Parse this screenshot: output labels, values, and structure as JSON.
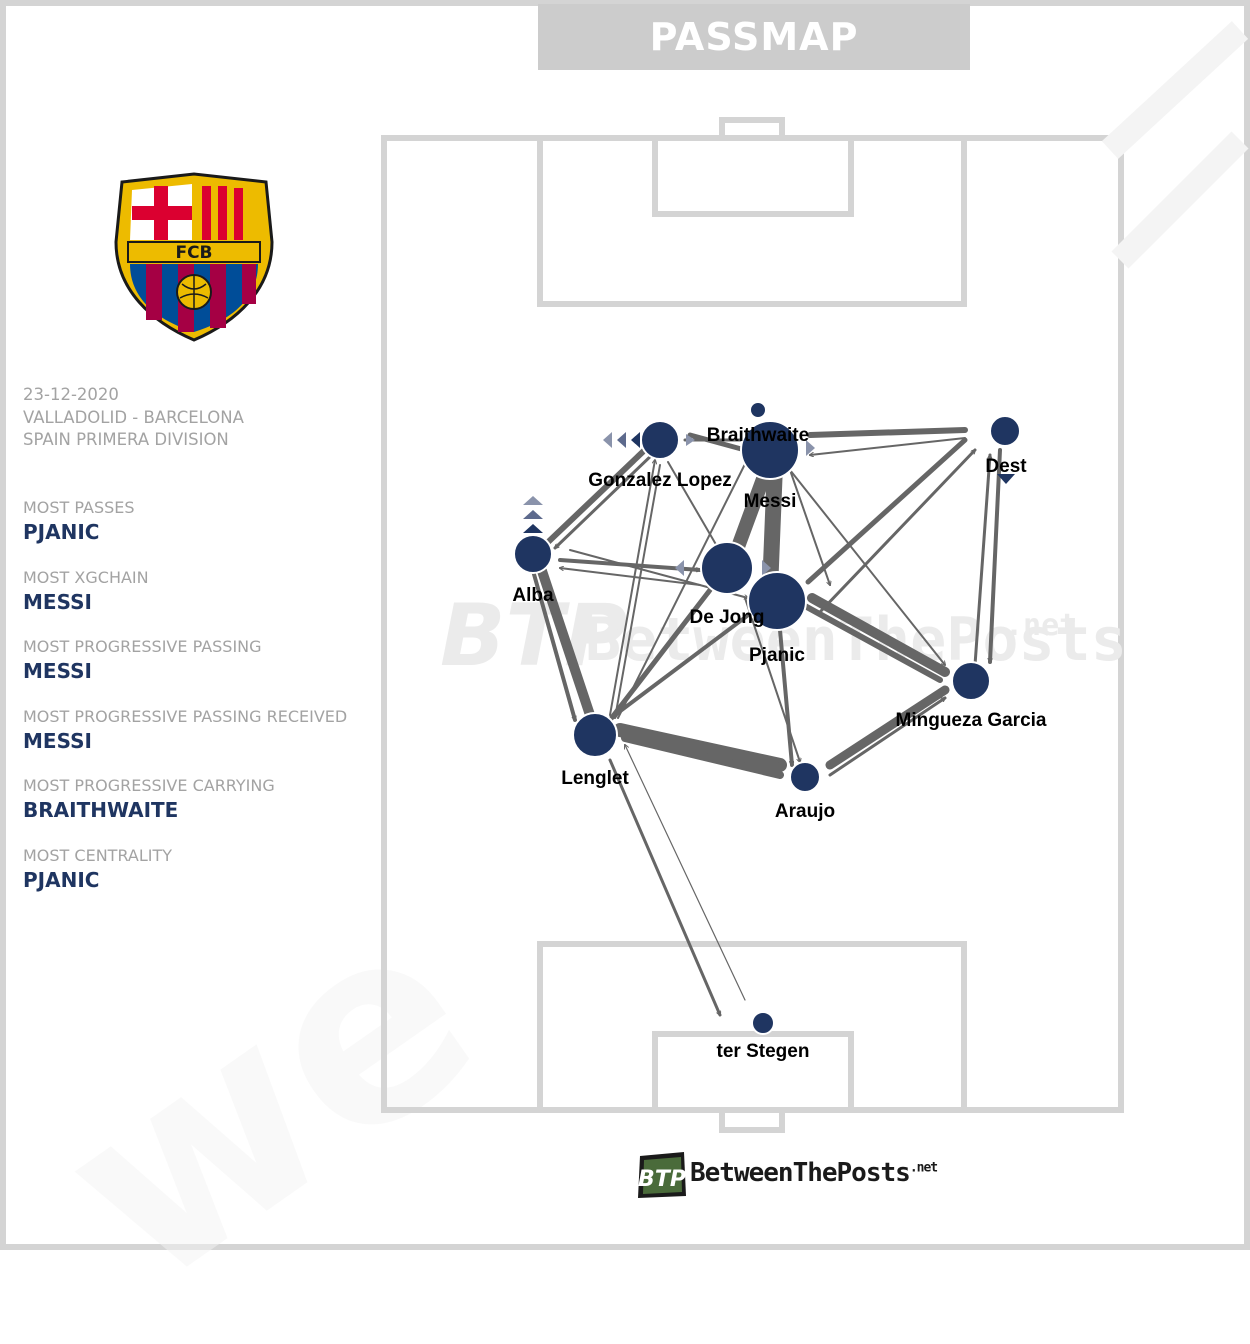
{
  "header": {
    "title": "PASSMAP"
  },
  "team": {
    "crest_text": "FCB",
    "colors": {
      "blue": "#004d98",
      "garnet": "#a50044",
      "gold": "#edbb00",
      "red": "#db0030"
    }
  },
  "match": {
    "date": "23-12-2020",
    "fixture": "VALLADOLID - BARCELONA",
    "competition": "SPAIN PRIMERA DIVISION"
  },
  "stats": [
    {
      "label": "MOST PASSES",
      "value": "PJANIC"
    },
    {
      "label": "MOST XGCHAIN",
      "value": "MESSI"
    },
    {
      "label": "MOST PROGRESSIVE PASSING",
      "value": "MESSI"
    },
    {
      "label": "MOST PROGRESSIVE PASSING RECEIVED",
      "value": "MESSI"
    },
    {
      "label": "MOST PROGRESSIVE CARRYING",
      "value": "BRAITHWAITE"
    },
    {
      "label": "MOST CENTRALITY",
      "value": "PJANIC"
    }
  ],
  "colors": {
    "node": "#1f3561",
    "edge": "#666666",
    "pitch_line": "#d4d4d4",
    "watermark": "#ebebeb"
  },
  "footer": {
    "brand": "BetweenThePosts",
    "suffix": ".net",
    "badge": "BTP"
  },
  "watermark": {
    "badge": "BTP",
    "text": "BetweenThePosts",
    "suffix": ".net"
  }
}
